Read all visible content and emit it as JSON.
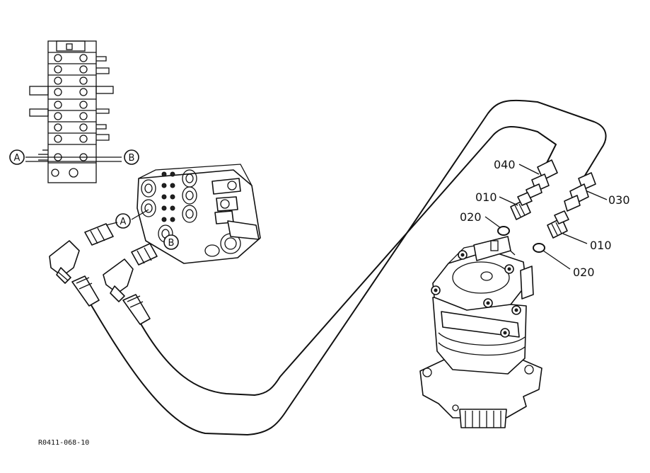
{
  "callouts": {
    "part_040": "040",
    "part_010_a": "010",
    "part_020_a": "020",
    "part_030": "030",
    "part_010_b": "010",
    "part_020_b": "020"
  },
  "markers": {
    "a_left": "A",
    "b_right": "B",
    "a_valve": "A",
    "b_valve": "B"
  },
  "drawing_code": "R0411-068-10"
}
